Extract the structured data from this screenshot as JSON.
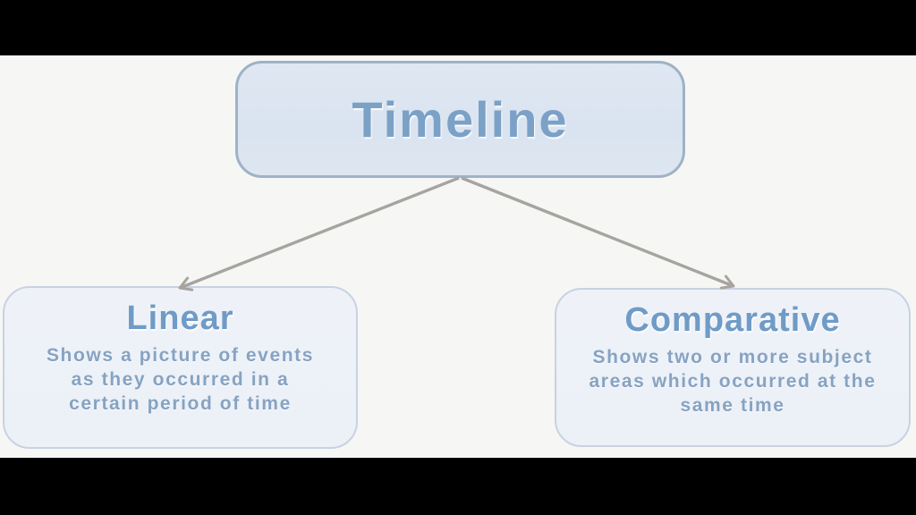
{
  "frame": {
    "letterbox_color": "#000000",
    "background_color": "#f6f7f5"
  },
  "diagram": {
    "root": {
      "title": "Timeline"
    },
    "children": [
      {
        "title": "Linear",
        "lines": [
          "Shows a picture of events",
          "as they occurred in a",
          "certain period of time"
        ]
      },
      {
        "title": "Comparative",
        "lines": [
          "Shows two or more subject",
          "areas which occurred at the",
          "same time"
        ]
      }
    ],
    "colors": {
      "root_fill": "#dbe5f1",
      "root_border": "#9fb2c6",
      "child_fill": "#eef2f8",
      "child_border": "#c8d2e0",
      "title_text": "#7ba1c7",
      "child_title_text": "#6f9bc6",
      "body_text": "#86a3c2",
      "arrow": "#a7a4a0"
    }
  }
}
